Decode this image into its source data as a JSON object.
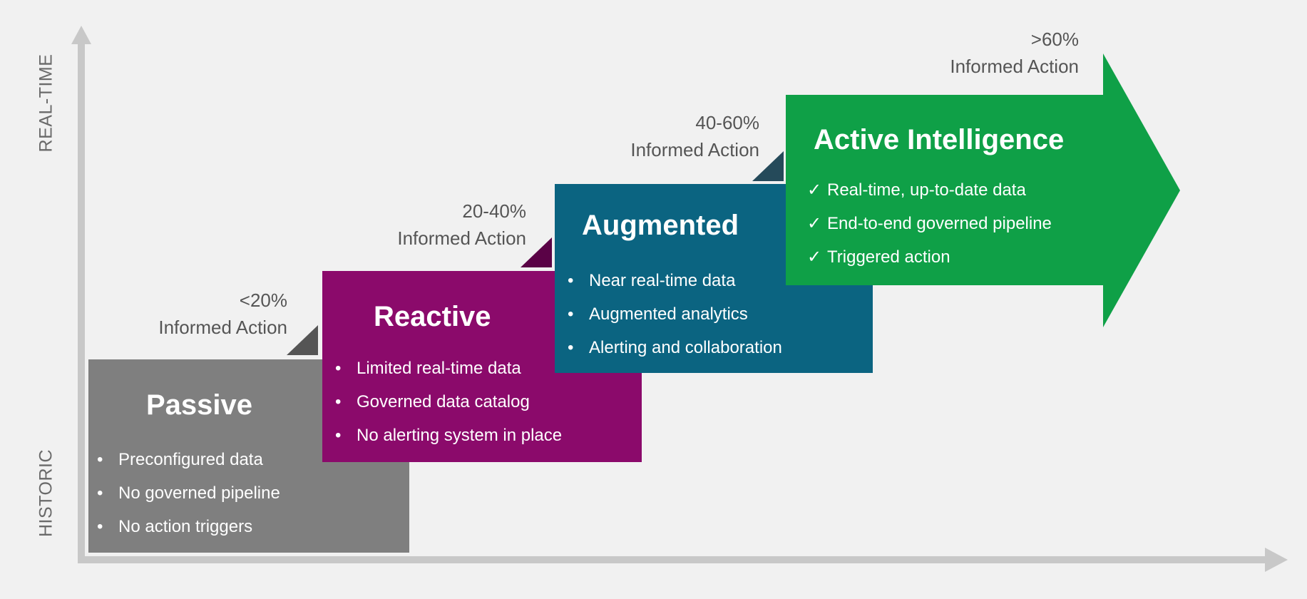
{
  "axes": {
    "y_top_label": "REAL-TIME",
    "y_bottom_label": "HISTORIC"
  },
  "colors": {
    "axis": "#c8c8c8",
    "passive": "#7f7f7f",
    "passive_shadow": "#555555",
    "reactive": "#8b0a6b",
    "reactive_shadow": "#5a0246",
    "augmented": "#0b6481",
    "augmented_shadow": "#254a5a",
    "active": "#0fa047"
  },
  "stages": [
    {
      "title": "Passive",
      "bullet": "•",
      "items": [
        "Preconfigured data",
        "No governed pipeline",
        "No action triggers"
      ],
      "pct": "<20%",
      "pct_label": "Informed Action"
    },
    {
      "title": "Reactive",
      "bullet": "•",
      "items": [
        "Limited real-time data",
        "Governed data catalog",
        "No alerting system in place"
      ],
      "pct": "20-40%",
      "pct_label": "Informed Action"
    },
    {
      "title": "Augmented",
      "bullet": "•",
      "items": [
        "Near real-time data",
        "Augmented analytics",
        "Alerting and collaboration"
      ],
      "pct": "40-60%",
      "pct_label": "Informed Action"
    },
    {
      "title": "Active Intelligence",
      "bullet": "✓",
      "items": [
        "Real-time, up-to-date data",
        "End-to-end governed pipeline",
        "Triggered action"
      ],
      "pct": ">60%",
      "pct_label": "Informed Action"
    }
  ]
}
